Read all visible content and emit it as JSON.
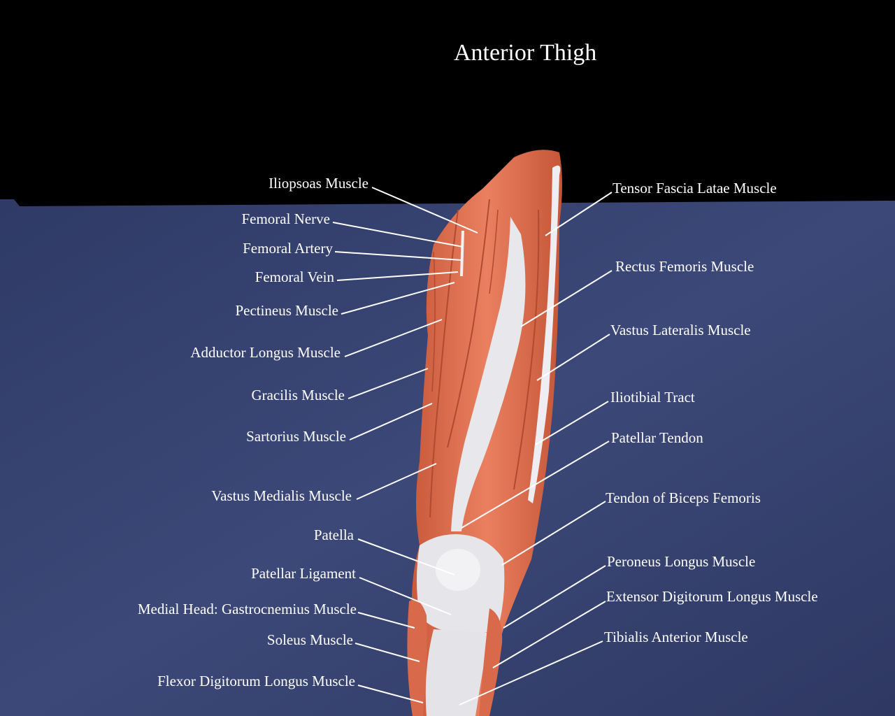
{
  "title": "Anterior Thigh",
  "colors": {
    "background_top": "#000000",
    "backdrop_cloth": "#3a4574",
    "muscle": "#e0704e",
    "tendon": "#e8e8ec",
    "label_text": "#ffffff"
  },
  "left_labels": [
    "Iliopsoas Muscle",
    "Femoral Nerve",
    "Femoral Artery",
    "Femoral Vein",
    "Pectineus Muscle",
    "Adductor Longus Muscle",
    "Gracilis Muscle",
    "Sartorius Muscle",
    "Vastus Medialis Muscle",
    "Patella",
    "Patellar Ligament",
    "Medial Head: Gastrocnemius Muscle",
    "Soleus Muscle",
    "Flexor Digitorum Longus Muscle"
  ],
  "right_labels": [
    "Tensor Fascia Latae Muscle",
    "Rectus Femoris Muscle",
    "Vastus Lateralis Muscle",
    "Iliotibial Tract",
    "Patellar Tendon",
    "Tendon of Biceps Femoris",
    "Peroneus Longus Muscle",
    "Extensor Digitorum Longus Muscle",
    "Tibialis Anterior Muscle"
  ]
}
